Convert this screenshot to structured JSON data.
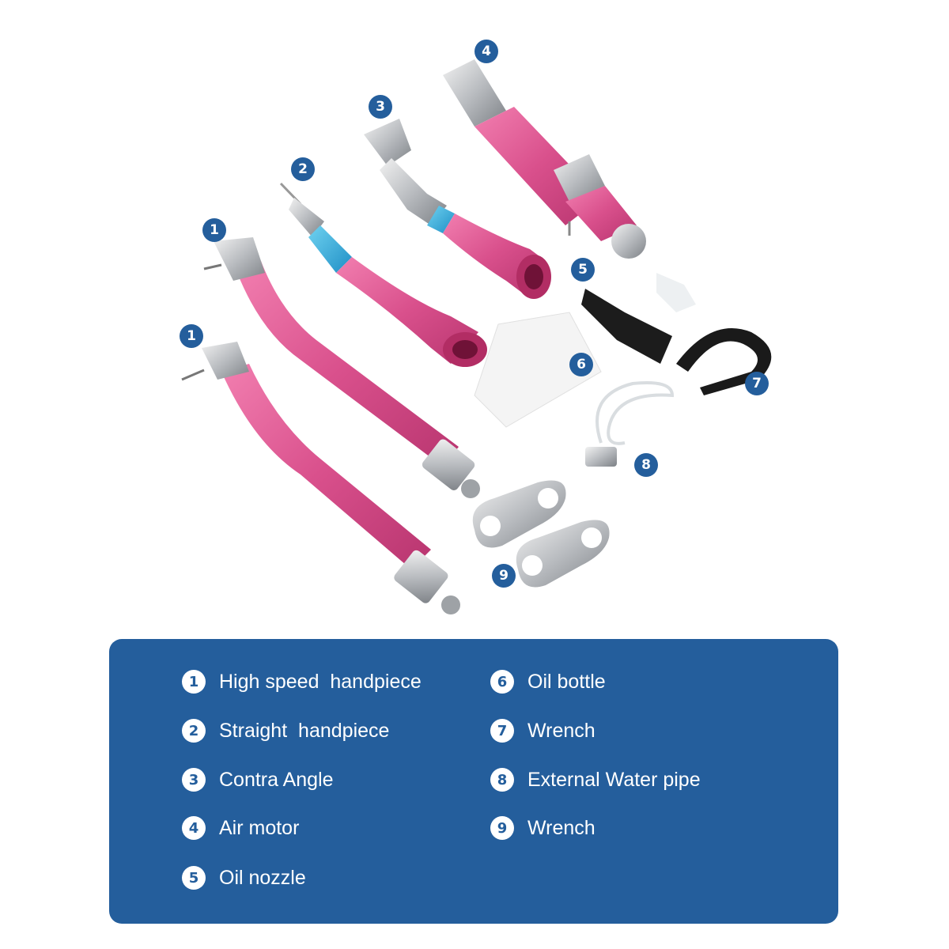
{
  "colors": {
    "accent": "#245e9c",
    "pink": "#d9508c"
  },
  "callouts": [
    "1",
    "1",
    "2",
    "3",
    "4",
    "5",
    "6",
    "7",
    "8",
    "9"
  ],
  "legend": {
    "left": [
      {
        "num": "1",
        "label": "High speed  handpiece"
      },
      {
        "num": "2",
        "label": "Straight  handpiece"
      },
      {
        "num": "3",
        "label": "Contra Angle"
      },
      {
        "num": "4",
        "label": "Air motor"
      },
      {
        "num": "5",
        "label": "Oil nozzle"
      }
    ],
    "right": [
      {
        "num": "6",
        "label": "Oil bottle"
      },
      {
        "num": "7",
        "label": "Wrench"
      },
      {
        "num": "8",
        "label": "External Water pipe"
      },
      {
        "num": "9",
        "label": "Wrench"
      }
    ]
  }
}
